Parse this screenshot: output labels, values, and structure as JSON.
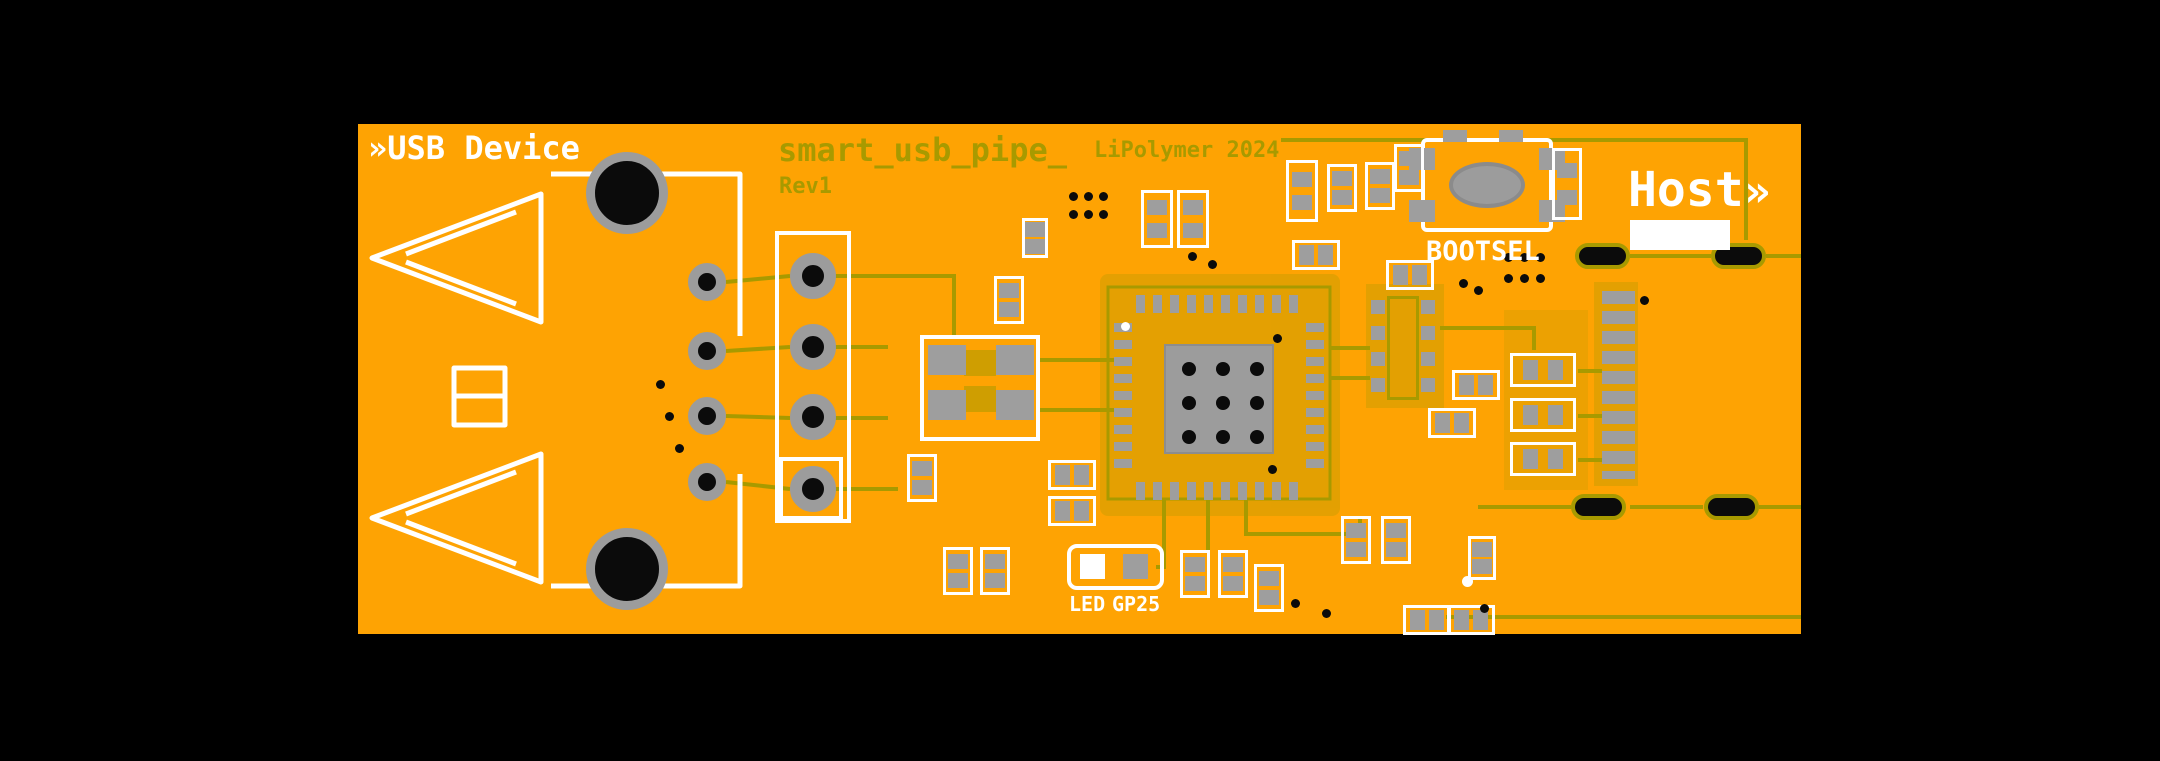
{
  "board": {
    "labels": {
      "usb_device": "»USB Device",
      "title": "smart_usb_pipe_",
      "revision": "Rev1",
      "maker": "LiPolymer 2024",
      "bootsel": "BOOTSEL",
      "host": "Host",
      "host_arrow": "»",
      "led": "LED",
      "led_gpio": "GP25"
    },
    "colors": {
      "background": "#000000",
      "soldermask": "#FEA303",
      "silkscreen": "#FFFFFF",
      "copper_trace": "#A89A00",
      "pad_gray": "#9E9E9E",
      "drill_black": "#0B0B0B"
    },
    "components": {
      "mcu": "qfn-microcontroller",
      "usb_receptacle": "usb-a-receptacle-footprint",
      "usb_plug": "usb-a-plug-edge-connector",
      "button": "bootsel-button",
      "led": "status-led-gp25",
      "crystal": "crystal-oscillator",
      "header": "4-pin-header"
    }
  }
}
